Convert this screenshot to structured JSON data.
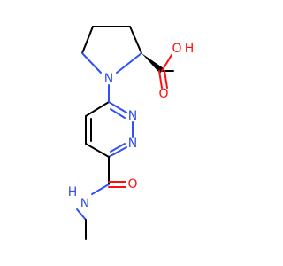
{
  "molecule": {
    "atoms": {
      "n_pyrrolidine": "N",
      "n_ring_1": "N",
      "n_ring_2": "N",
      "o_acid_h": "O",
      "o_acid_h_suffix": "H",
      "o_carbonyl_acid": "O",
      "o_carbonyl_amide": "O",
      "n_amide_h": "H",
      "n_amide": "N"
    },
    "colors": {
      "carbon": "#000000",
      "nitrogen": "#3050f8",
      "oxygen": "#ff0d0d"
    }
  }
}
